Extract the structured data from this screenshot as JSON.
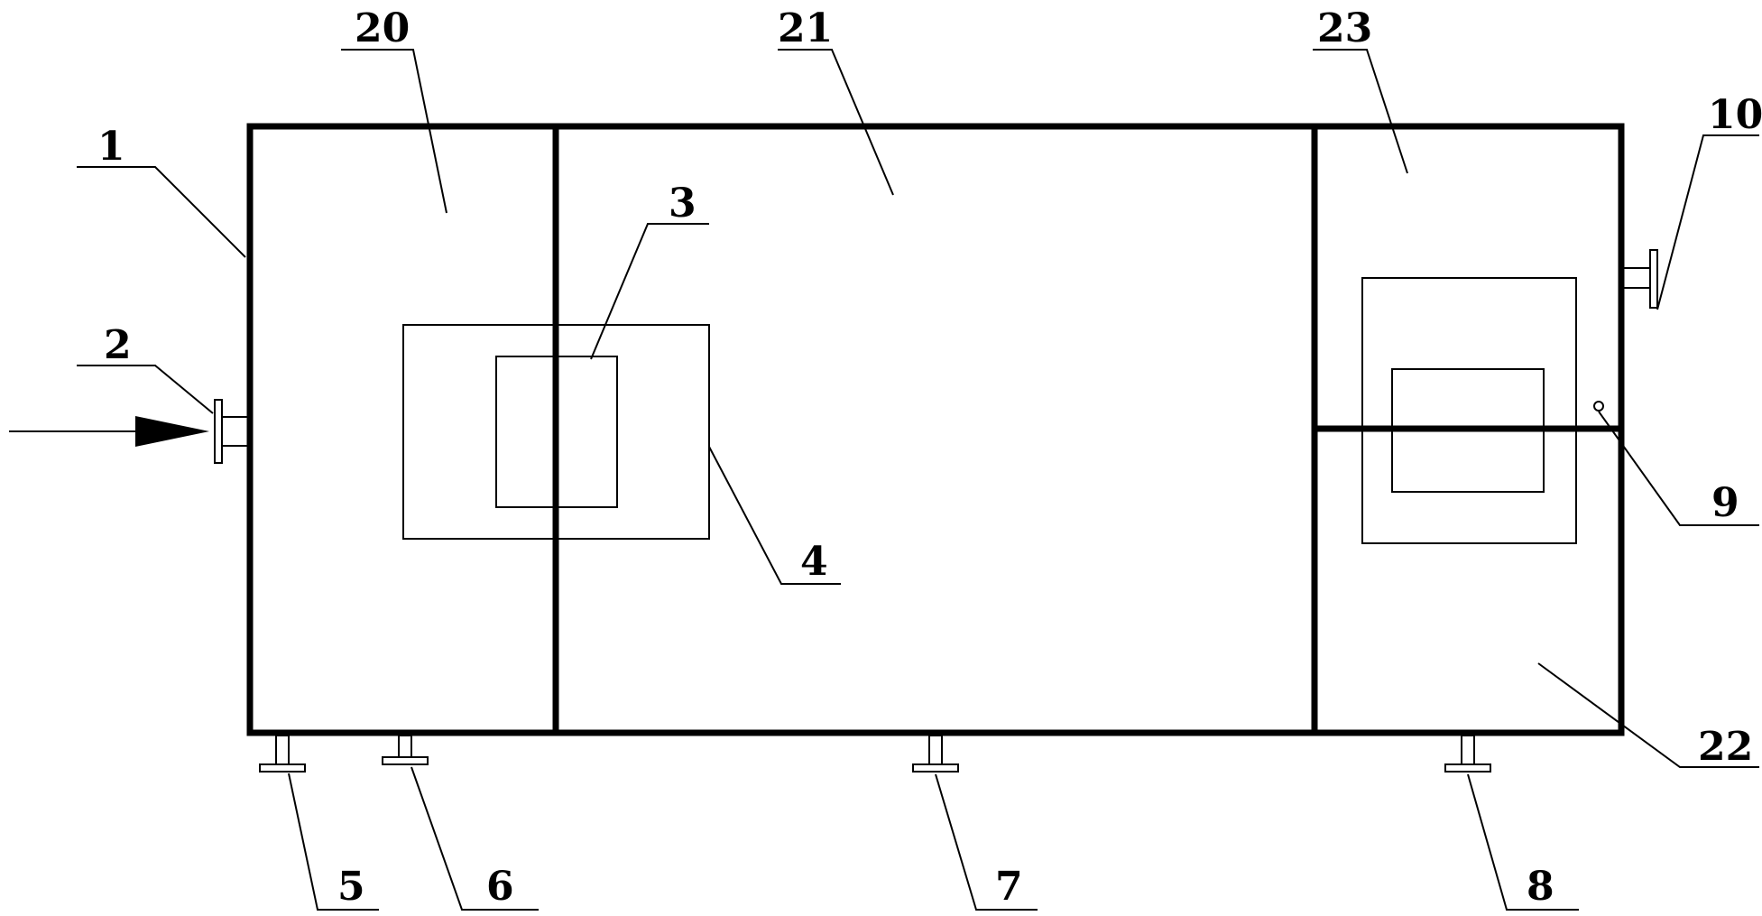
{
  "labels": {
    "l1": "1",
    "l2": "2",
    "l3": "3",
    "l4": "4",
    "l5": "5",
    "l6": "6",
    "l7": "7",
    "l8": "8",
    "l9": "9",
    "l10": "10",
    "l20": "20",
    "l21": "21",
    "l22": "22",
    "l23": "23"
  }
}
